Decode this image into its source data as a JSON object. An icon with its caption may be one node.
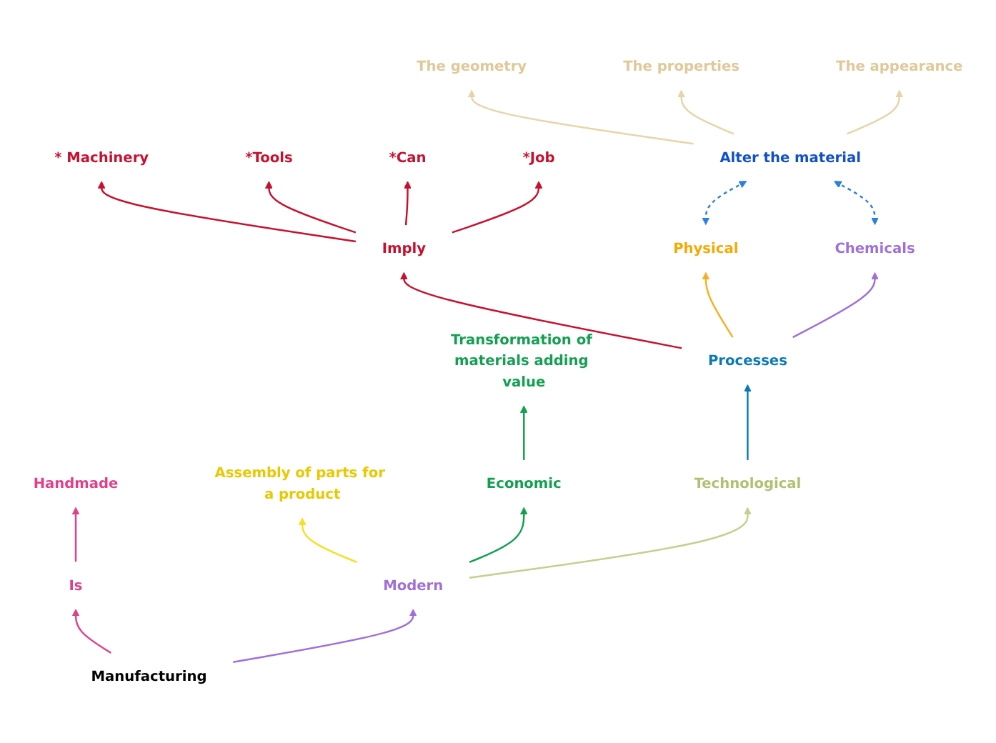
{
  "diagram": {
    "nodes": [
      {
        "text": [
          "Manufacturing"
        ]
      },
      {
        "text": [
          "Modern"
        ]
      },
      {
        "text": [
          "Is"
        ]
      },
      {
        "text": [
          "Handmade"
        ]
      },
      {
        "text": [
          "Assembly of parts for a product"
        ]
      },
      {
        "text": [
          "Economic"
        ]
      },
      {
        "text": [
          "Transformation of materials adding value"
        ]
      },
      {
        "text": [
          "Technological"
        ]
      },
      {
        "text": [
          "Processes"
        ]
      },
      {
        "text": [
          "Physical"
        ]
      },
      {
        "text": [
          "Chemicals"
        ]
      },
      {
        "text": [
          "Imply"
        ]
      },
      {
        "text": [
          "* Machinery"
        ]
      },
      {
        "text": [
          "*Tools"
        ]
      },
      {
        "text": [
          "*Can"
        ]
      },
      {
        "text": [
          "*Job"
        ]
      },
      {
        "text": [
          "Alter the material"
        ]
      },
      {
        "text": [
          "The geometry"
        ]
      },
      {
        "text": [
          "The properties"
        ]
      },
      {
        "text": [
          "The appearance"
        ]
      }
    ],
    "edges": [
      {
        "from": 0,
        "to": 1,
        "arrow": "to",
        "color": "#a070d8"
      },
      {
        "from": 0,
        "to": 2,
        "arrow": "to",
        "color": "#e0408a"
      },
      {
        "from": 2,
        "to": 3,
        "arrow": "to",
        "color": "#e0408a"
      },
      {
        "from": 1,
        "to": 4,
        "arrow": "to",
        "color": "#f5e020"
      },
      {
        "from": 1,
        "to": 5,
        "arrow": "to",
        "color": "#12a050"
      },
      {
        "from": 5,
        "to": 6,
        "arrow": "to",
        "color": "#12a050"
      },
      {
        "from": 1,
        "to": 7,
        "arrow": "to",
        "color": "#c2d08a"
      },
      {
        "from": 7,
        "to": 8,
        "arrow": "to",
        "color": "#0878b8"
      },
      {
        "from": 8,
        "to": 9,
        "arrow": "to",
        "color": "#f5b020"
      },
      {
        "from": 8,
        "to": 10,
        "arrow": "to",
        "color": "#a070d8"
      },
      {
        "from": 8,
        "to": 11,
        "arrow": "to"
      },
      {
        "from": 11,
        "to": 12,
        "arrow": "to"
      },
      {
        "from": 11,
        "to": 13,
        "arrow": "to"
      },
      {
        "from": 11,
        "to": 14,
        "arrow": "to"
      },
      {
        "from": 11,
        "to": 15,
        "arrow": "to"
      },
      {
        "from": 9,
        "to": 16,
        "arrow": "both",
        "style": "dashed",
        "color": "#2a80e0"
      },
      {
        "from": 10,
        "to": 16,
        "arrow": "both",
        "style": "dashed",
        "color": "#2a80e0"
      },
      {
        "from": 16,
        "to": 17,
        "arrow": "to",
        "color": "#e8d4a8"
      },
      {
        "from": 16,
        "to": 18,
        "arrow": "to",
        "color": "#e8d4a8"
      },
      {
        "from": 16,
        "to": 19,
        "arrow": "to",
        "color": "#e8d4a8"
      }
    ]
  }
}
